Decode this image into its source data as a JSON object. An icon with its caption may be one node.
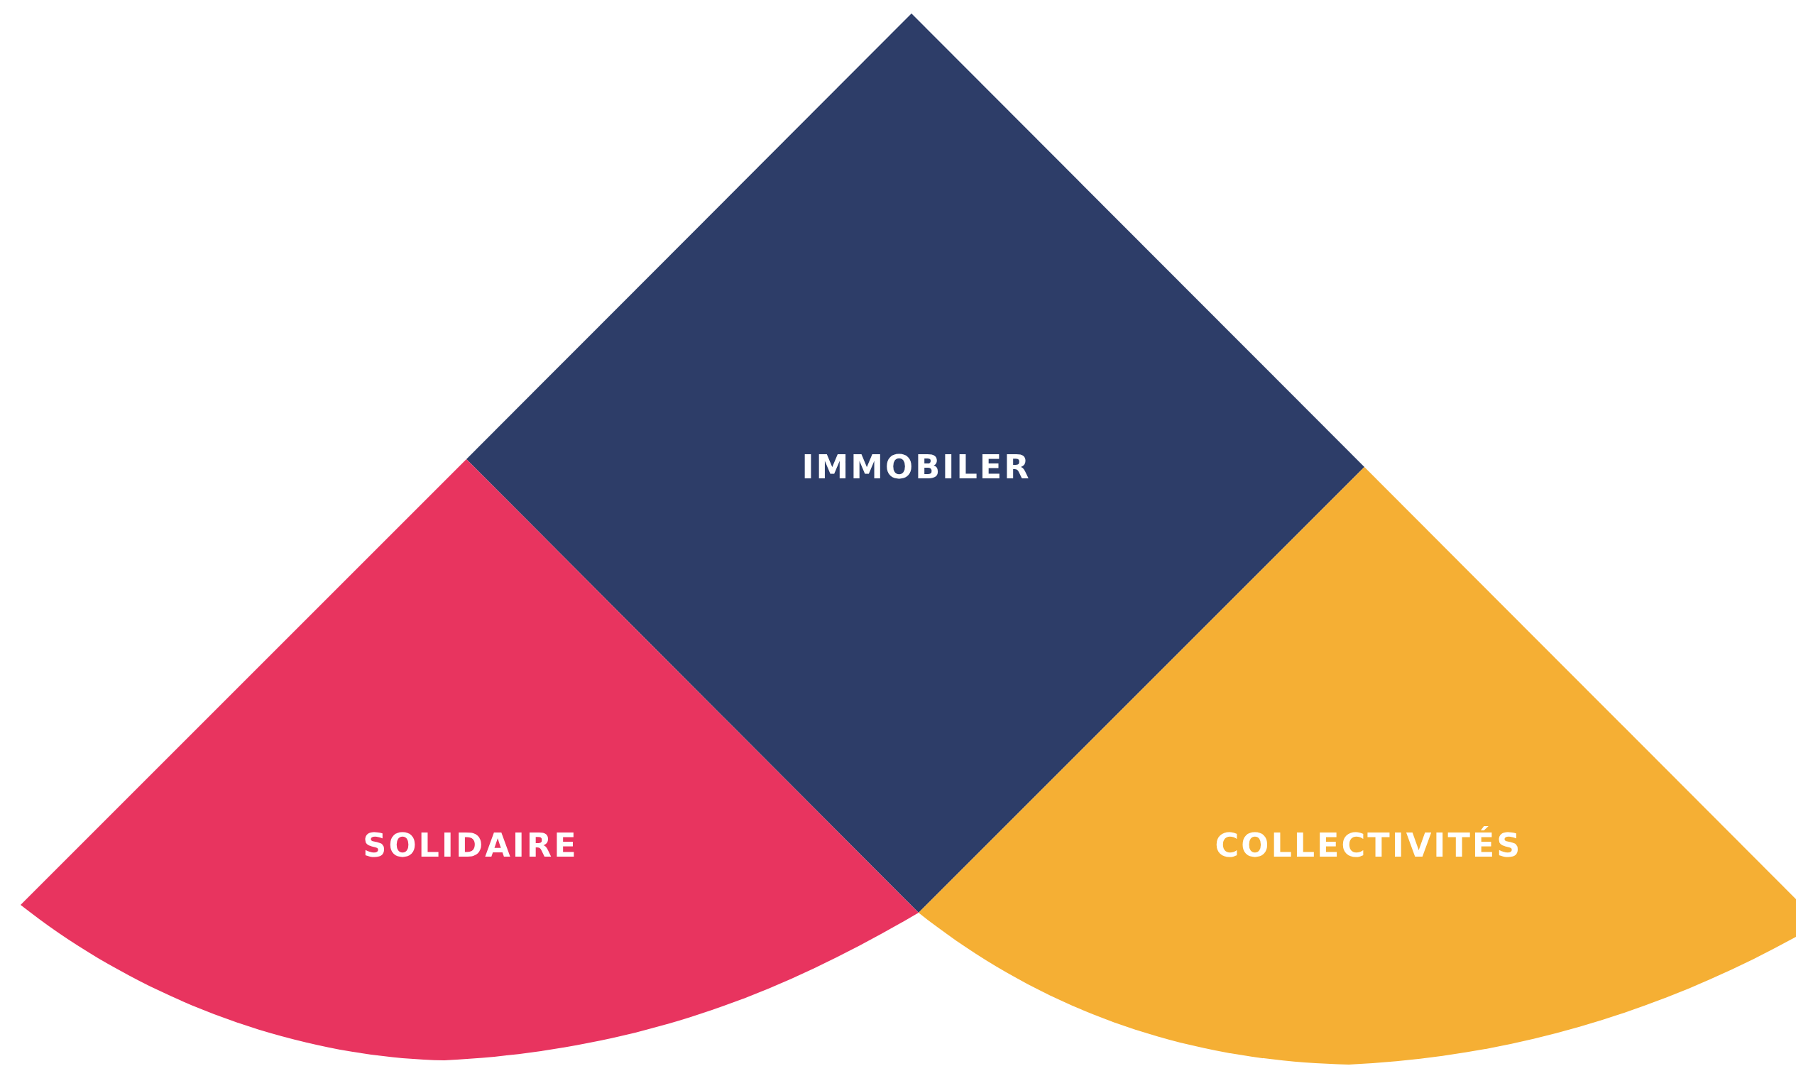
{
  "diagram": {
    "nodes": [
      {
        "text": [
          "IMMOBILER"
        ]
      },
      {
        "text": [
          "SOLIDAIRE"
        ]
      },
      {
        "text": [
          "COLLECTIVITÉS"
        ]
      }
    ]
  }
}
